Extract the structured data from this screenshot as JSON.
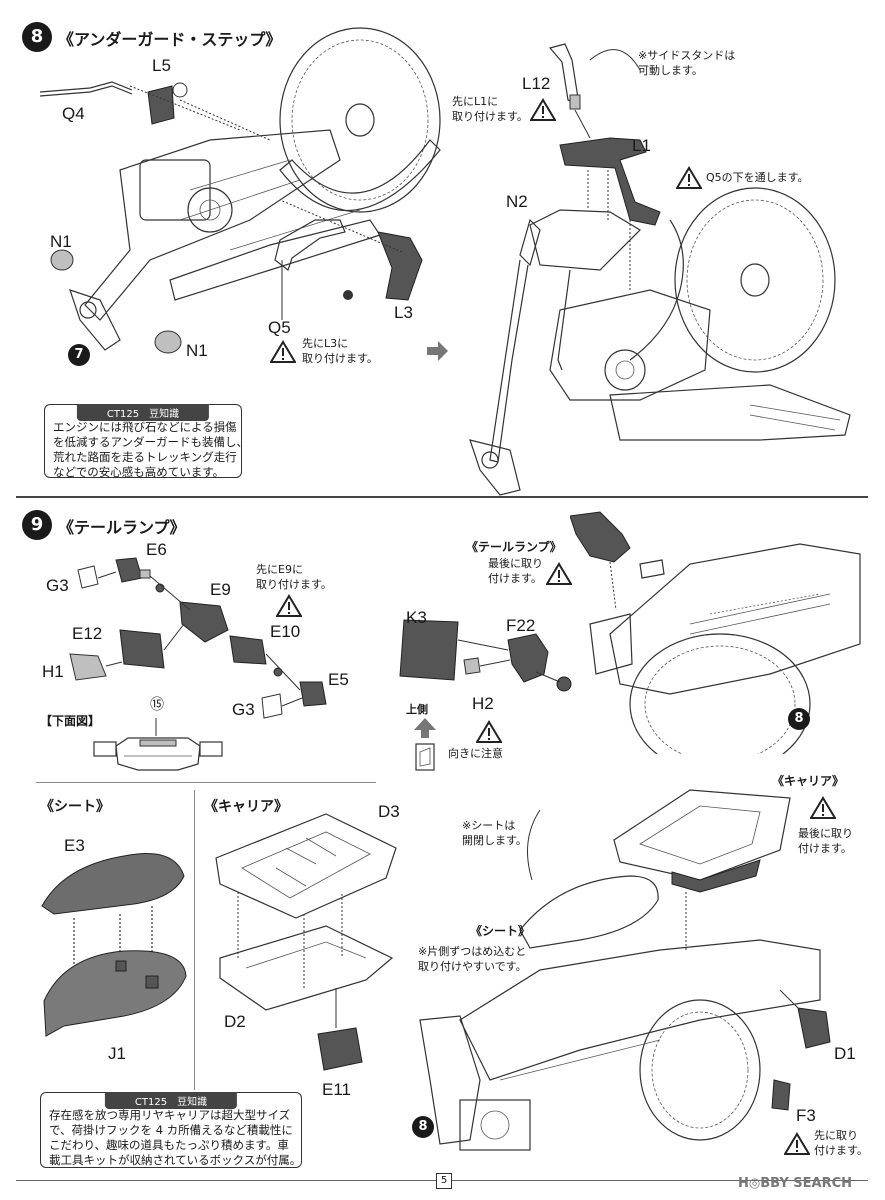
{
  "step8": {
    "number": "8",
    "title": "《アンダーガード・ステップ》",
    "parts": {
      "L5": "L5",
      "Q4": "Q4",
      "N1a": "N1",
      "N1b": "N1",
      "Q5": "Q5",
      "L3": "L3",
      "L12": "L12",
      "L1": "L1",
      "N2": "N2"
    },
    "notes": {
      "side_stand": [
        "※サイドスタンドは",
        "可動します。"
      ],
      "l1_first": [
        "先にL1に",
        "取り付けます。"
      ],
      "q5_under": "Q5の下を通します。",
      "l3_first": [
        "先にL3に",
        "取り付けます。"
      ]
    },
    "ref_badge": "7",
    "infobox": {
      "heading": "CT125　豆知識",
      "lines": [
        "エンジンには飛び石などによる損傷",
        "を低減するアンダーガードも装備し、",
        "荒れた路面を走るトレッキング走行",
        "などでの安心感も高めています。"
      ]
    }
  },
  "step9": {
    "number": "9",
    "title": "《テールランプ》",
    "parts": {
      "E6": "E6",
      "G3a": "G3",
      "E9": "E9",
      "E12": "E12",
      "E10": "E10",
      "H1": "H1",
      "E5": "E5",
      "G3b": "G3",
      "K3": "K3",
      "F22": "F22",
      "H2": "H2"
    },
    "notes": {
      "e9_first": [
        "先にE9に",
        "取り付けます。"
      ],
      "tail_lamp_title": "《テールランプ》",
      "tail_lamp_last": [
        "最後に取り",
        "付けます。"
      ],
      "upper_side": "上側",
      "direction": "向きに注意"
    },
    "bottom_view": "【下面図】",
    "bottom_view_num": "⑮",
    "ref_badge": "8"
  },
  "seat": {
    "title": "《シート》",
    "parts": {
      "E3": "E3",
      "J1": "J1"
    }
  },
  "carrier": {
    "title": "《キャリア》",
    "parts": {
      "D3": "D3",
      "D2": "D2",
      "E11": "E11"
    },
    "infobox": {
      "heading": "CT125　豆知識",
      "lines": [
        "存在感を放つ専用リヤキャリアは超大型サイズ",
        "で、荷掛けフックを 4 カ所備えるなど積載性に",
        "こだわり、趣味の道具もたっぷり積めます。車",
        "載工具キットが収納されているボックスが付属。"
      ]
    }
  },
  "assembly": {
    "carrier_title": "《キャリア》",
    "carrier_last": [
      "最後に取り",
      "付けます。"
    ],
    "seat_opens": [
      "※シートは",
      "開閉します。"
    ],
    "seat_title": "《シート》",
    "seat_tip": [
      "※片側ずつはめ込むと",
      "取り付けやすいです。"
    ],
    "D1": "D1",
    "F3": "F3",
    "f3_first": [
      "先に取り",
      "付けます。"
    ],
    "ref_badge": "8"
  },
  "footer": {
    "page_number": "5",
    "watermark": "H◎BBY SEARCH"
  }
}
